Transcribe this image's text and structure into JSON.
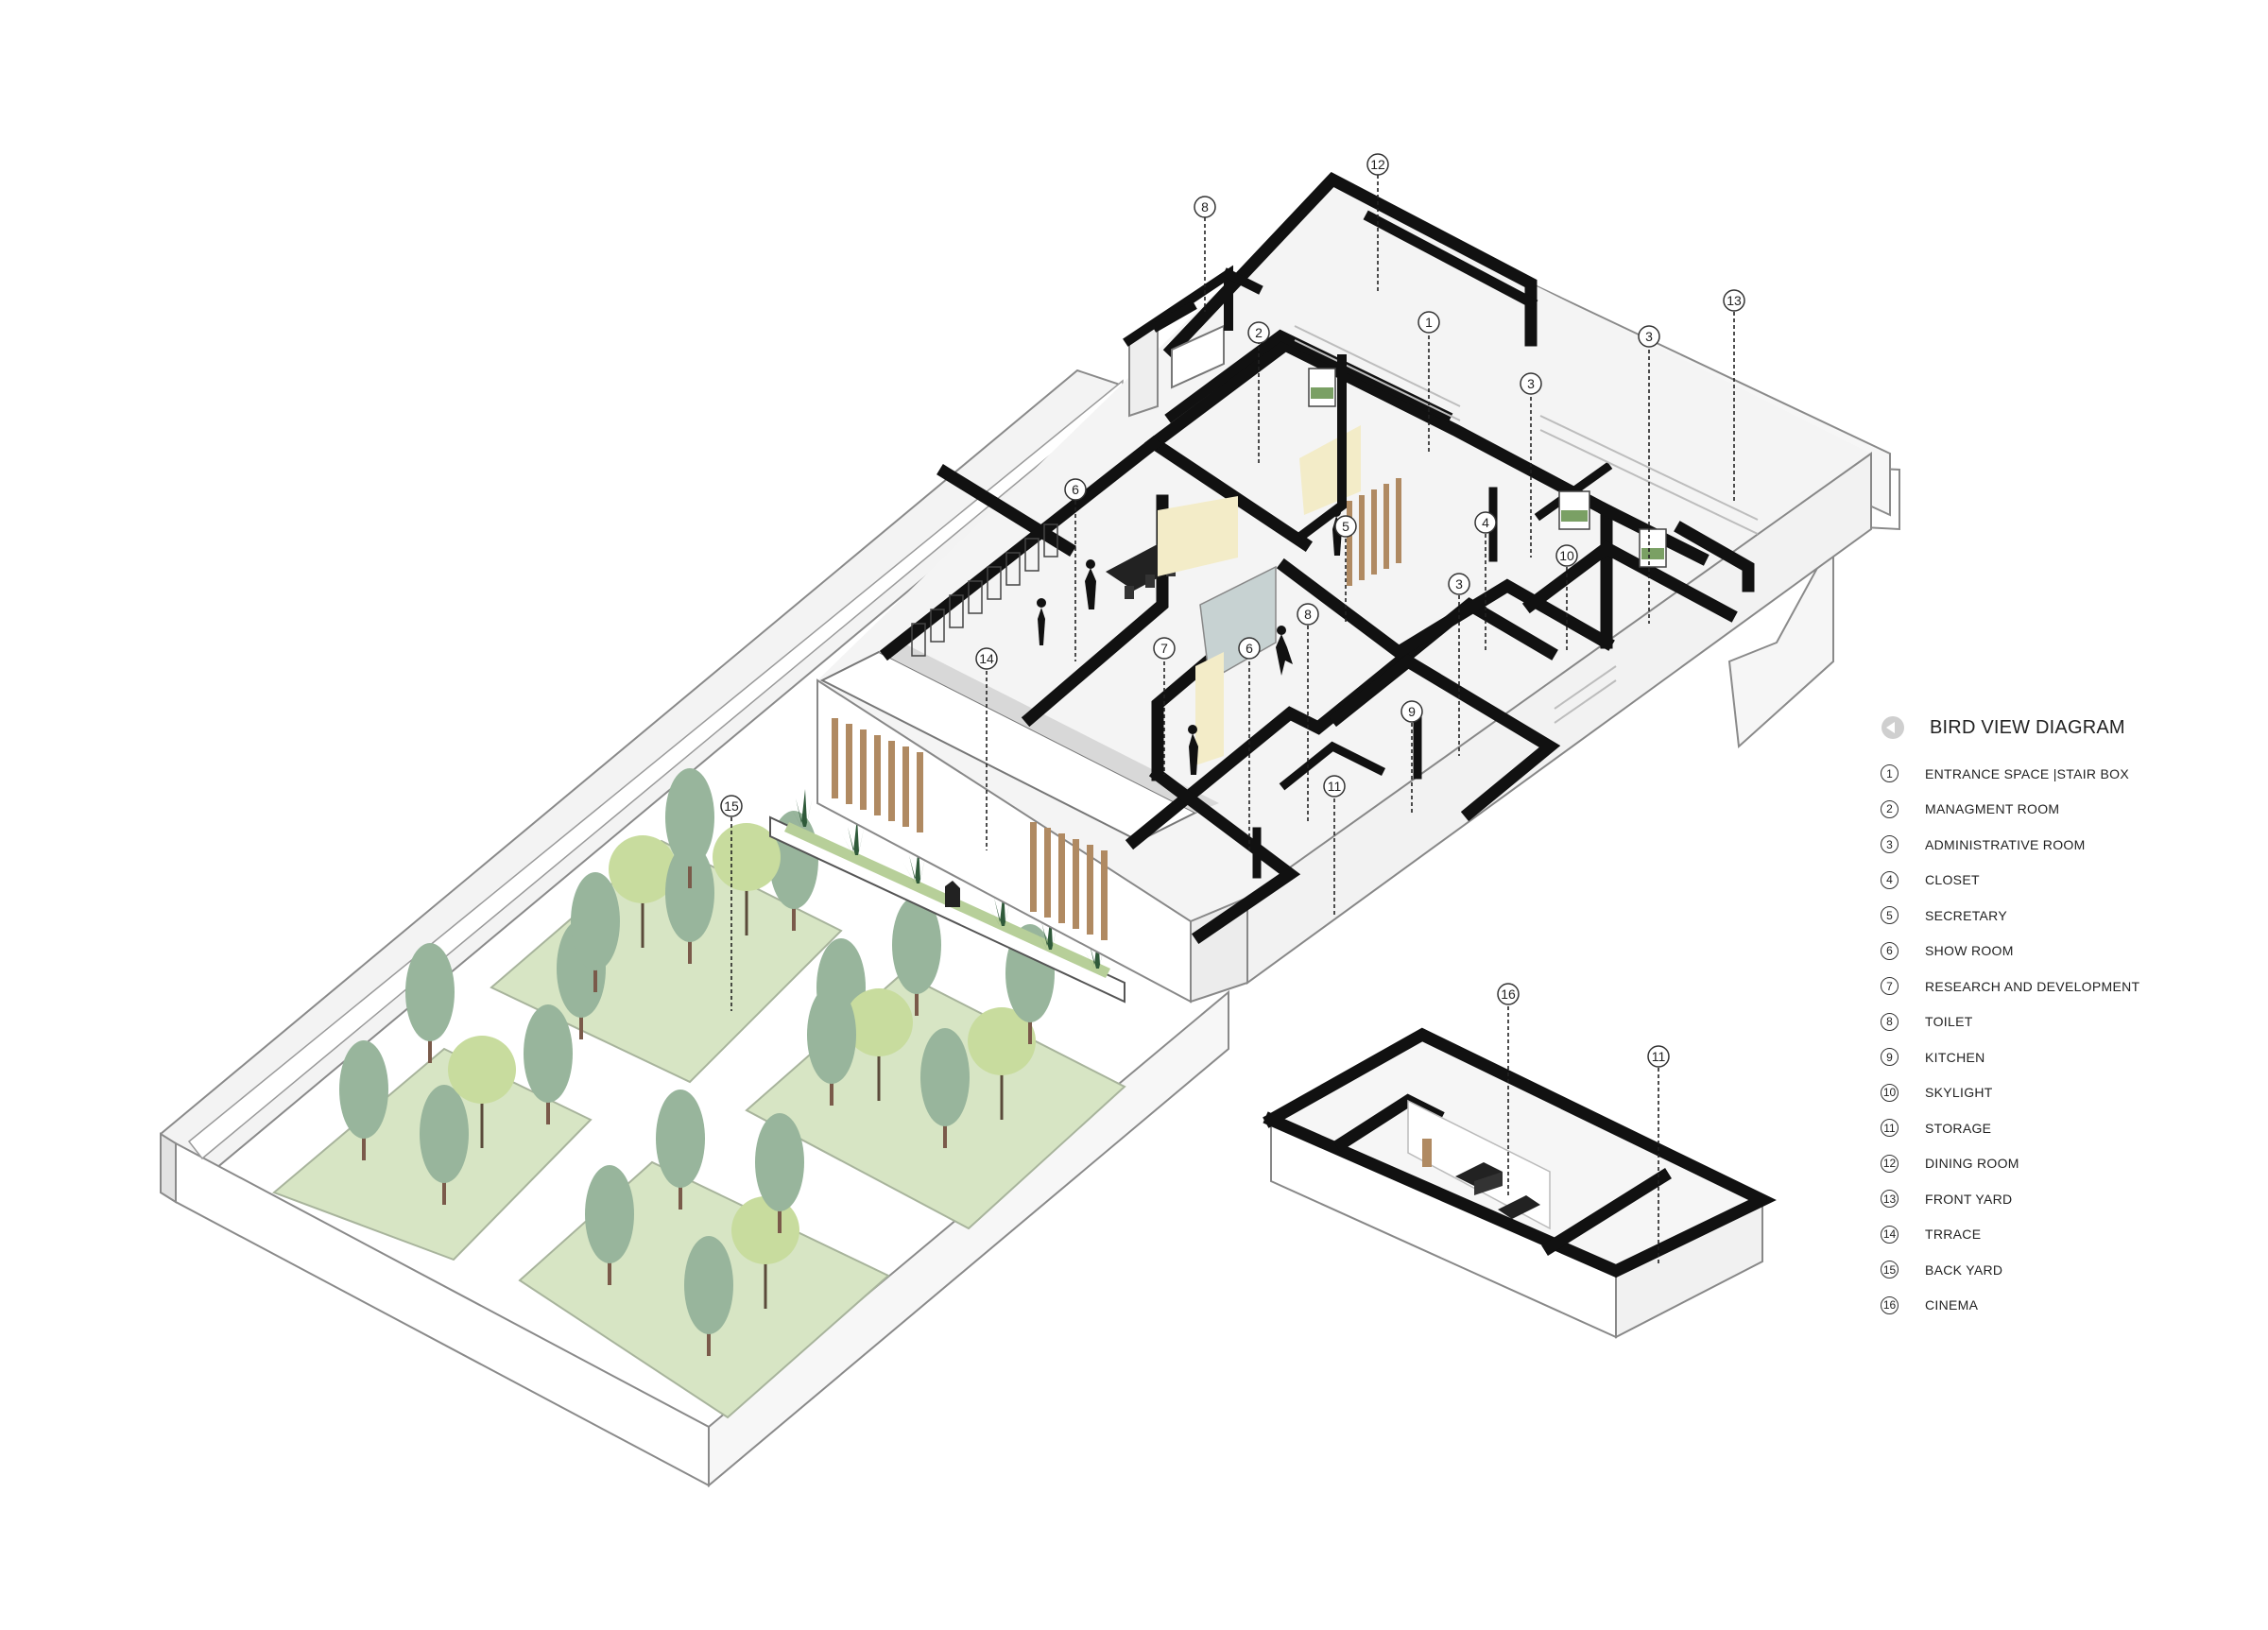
{
  "legend": {
    "title": "BIRD VIEW DIAGRAM",
    "items": [
      {
        "num": "1",
        "label": "ENTRANCE SPACE |STAIR BOX"
      },
      {
        "num": "2",
        "label": "MANAGMENT ROOM"
      },
      {
        "num": "3",
        "label": "ADMINISTRATIVE ROOM"
      },
      {
        "num": "4",
        "label": "CLOSET"
      },
      {
        "num": "5",
        "label": "SECRETARY"
      },
      {
        "num": "6",
        "label": "SHOW ROOM"
      },
      {
        "num": "7",
        "label": "RESEARCH AND DEVELOPMENT"
      },
      {
        "num": "8",
        "label": "TOILET"
      },
      {
        "num": "9",
        "label": "KITCHEN"
      },
      {
        "num": "10",
        "label": "SKYLIGHT"
      },
      {
        "num": "11",
        "label": "STORAGE"
      },
      {
        "num": "12",
        "label": "DINING ROOM"
      },
      {
        "num": "13",
        "label": "FRONT YARD"
      },
      {
        "num": "14",
        "label": "TRRACE"
      },
      {
        "num": "15",
        "label": "BACK YARD"
      },
      {
        "num": "16",
        "label": "CINEMA"
      }
    ]
  },
  "callouts": {
    "c8a": "8",
    "c12": "12",
    "c1": "1",
    "c2": "2",
    "c3a": "3",
    "c13": "13",
    "c3b": "3",
    "c6a": "6",
    "c5": "5",
    "c4": "4",
    "c10": "10",
    "c3c": "3",
    "c14": "14",
    "c7": "7",
    "c6b": "6",
    "c8b": "8",
    "c9": "9",
    "c11a": "11",
    "c15": "15",
    "c16": "16",
    "c11b": "11"
  },
  "colors": {
    "wall": "#111111",
    "grass": "#d7e5c4",
    "tree_dark": "#98b59c",
    "tree_light": "#c8dc9e",
    "timber": "#b08a62",
    "floor": "#f4f4f4"
  }
}
